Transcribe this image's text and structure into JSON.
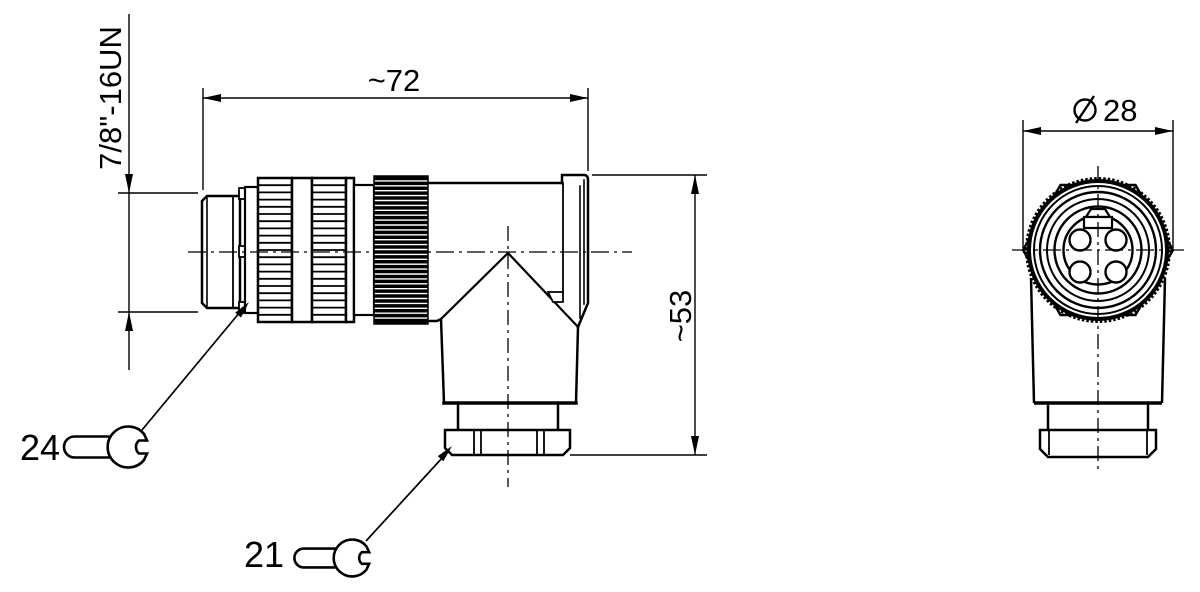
{
  "drawing": {
    "background": "#ffffff",
    "line_color": "#000000",
    "side_view": {
      "thread_spec": "7/8\"-16UN",
      "overall_length": "~72",
      "overall_height": "~53"
    },
    "front_view": {
      "diameter_value": "28",
      "diameter_symbol_name": "diameter-symbol"
    },
    "wrench_callouts": [
      {
        "size": "24"
      },
      {
        "size": "21"
      }
    ]
  }
}
